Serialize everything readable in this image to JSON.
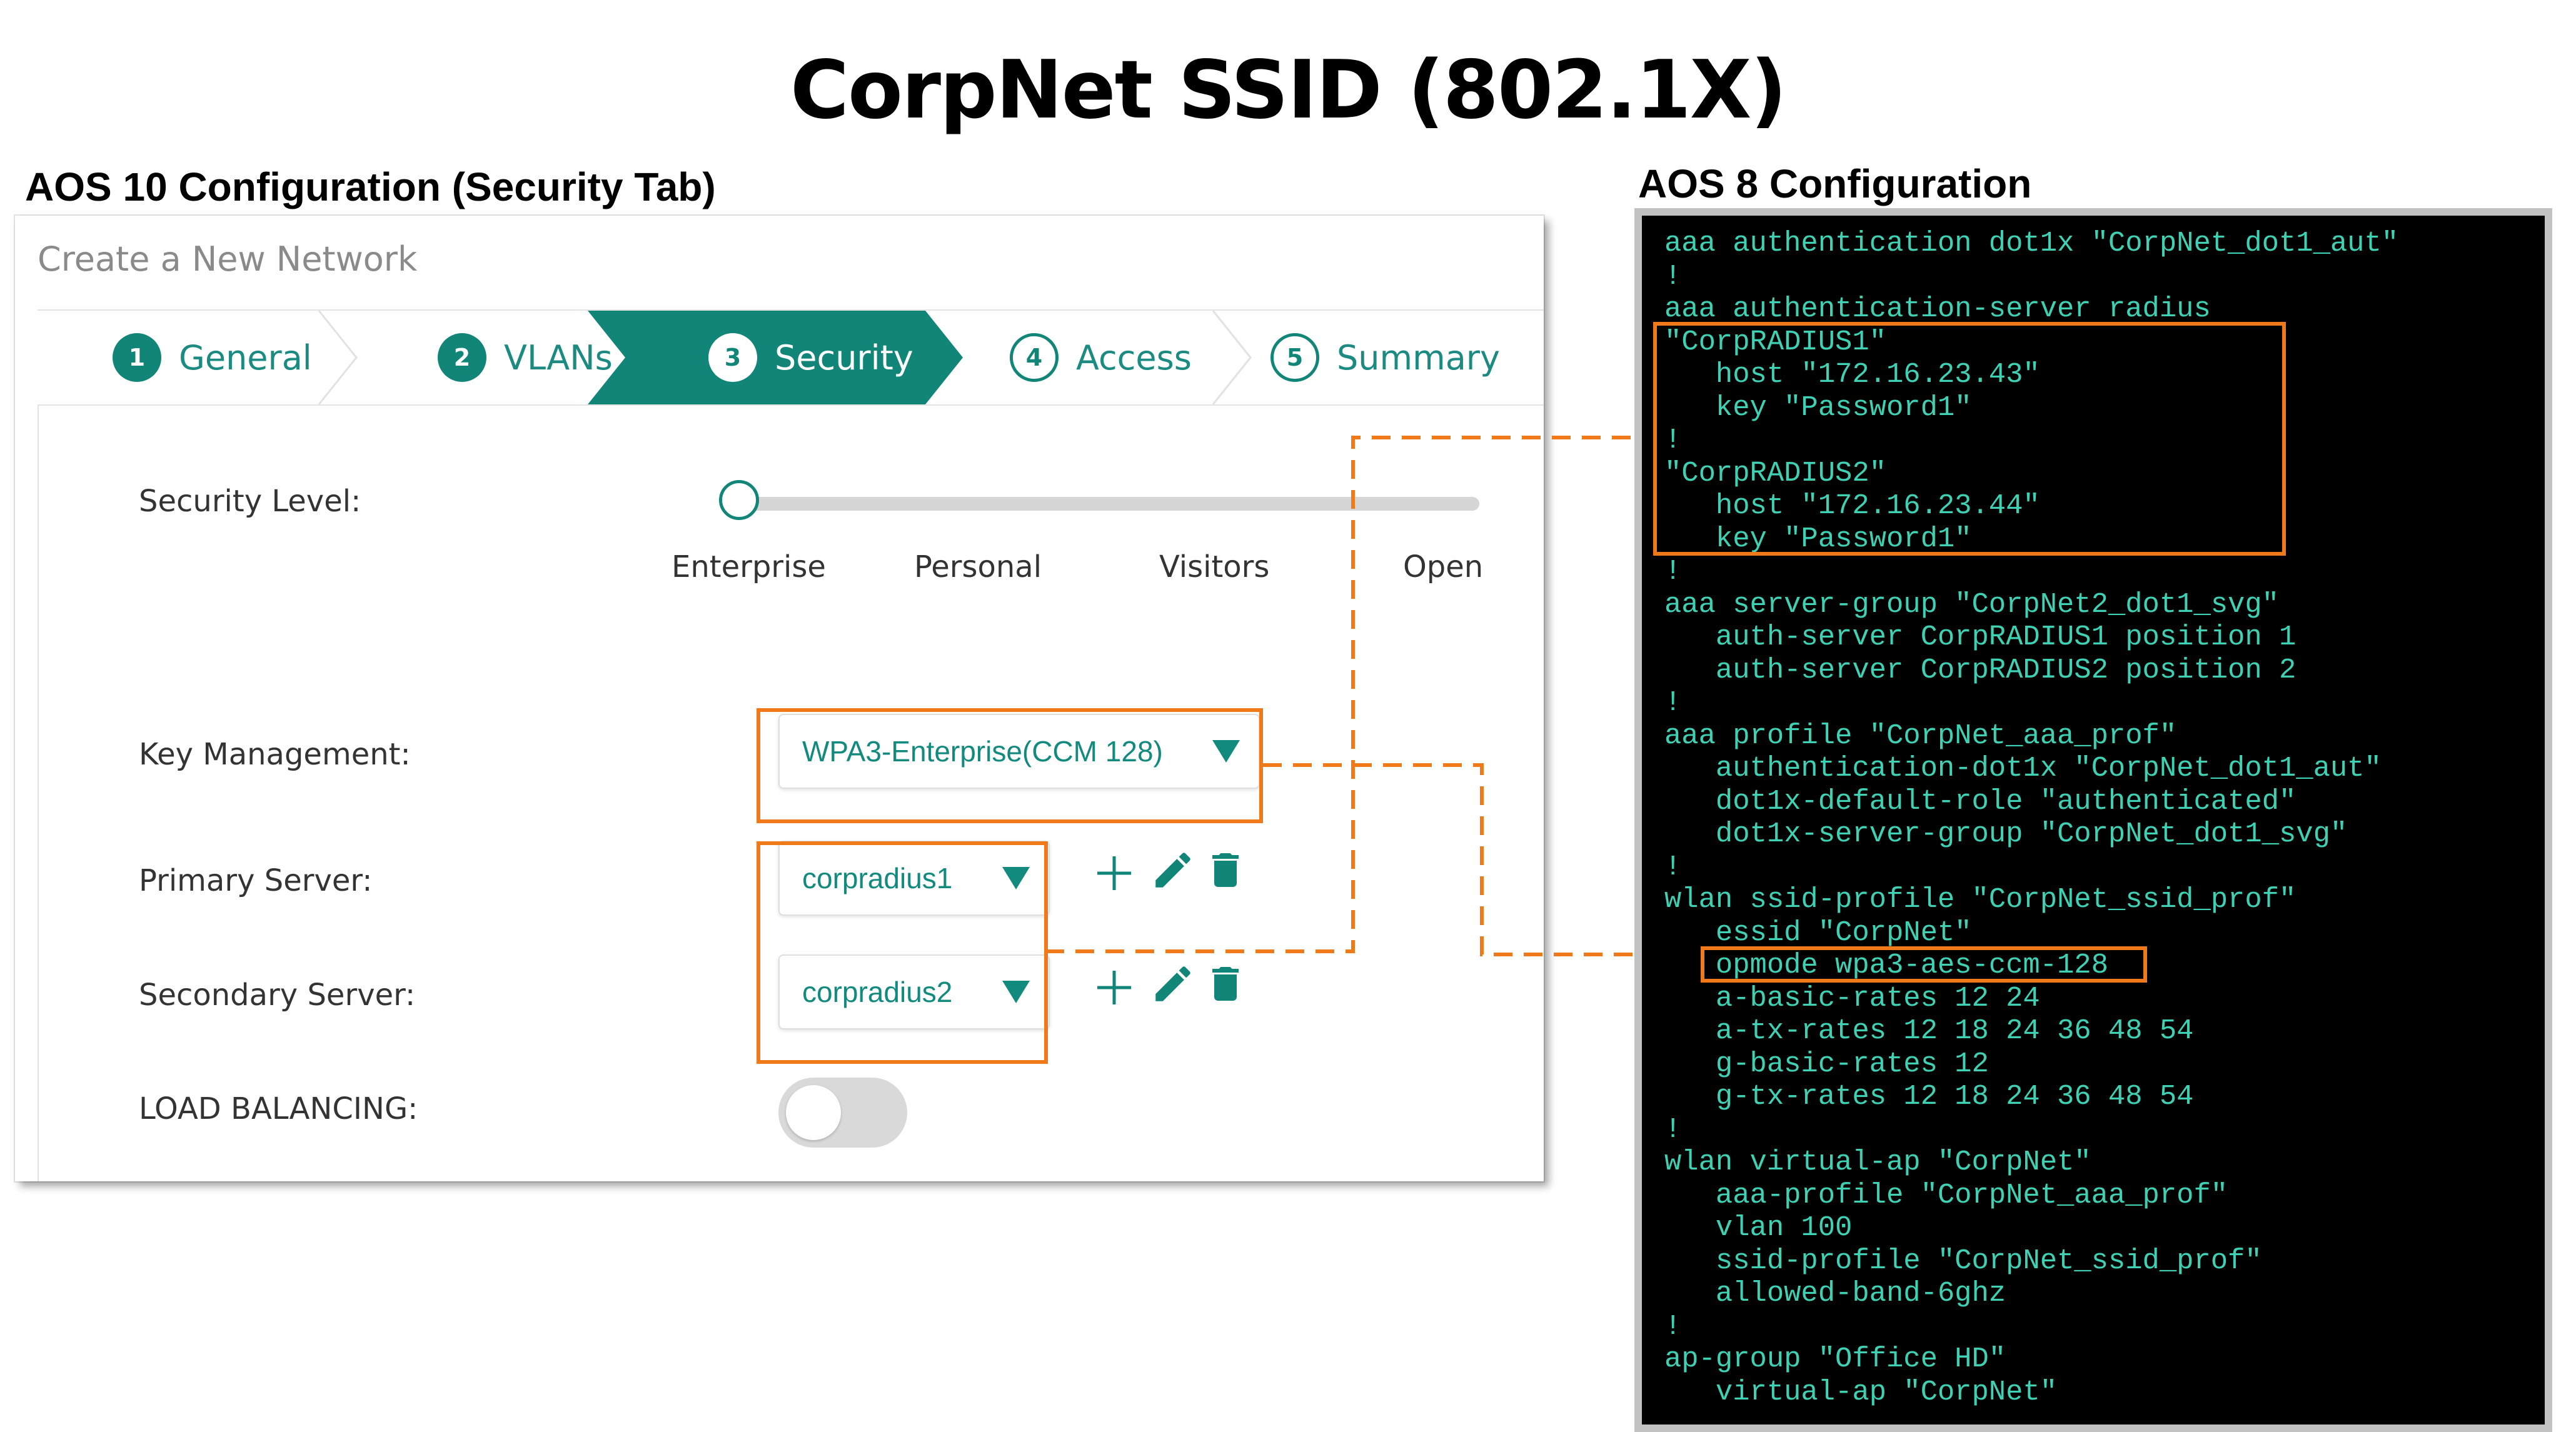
{
  "title": "CorpNet SSID (802.1X)",
  "left_section": {
    "title": "AOS 10 Configuration (Security Tab)",
    "panel": {
      "heading": "Create a New Network",
      "steps": [
        {
          "num": "1",
          "label": "General"
        },
        {
          "num": "2",
          "label": "VLANs"
        },
        {
          "num": "3",
          "label": "Security",
          "active": true
        },
        {
          "num": "4",
          "label": "Access"
        },
        {
          "num": "5",
          "label": "Summary"
        }
      ],
      "security_level": {
        "label": "Security Level:",
        "options": [
          "Enterprise",
          "Personal",
          "Visitors",
          "Open"
        ],
        "selected": "Enterprise"
      },
      "key_management": {
        "label": "Key Management:",
        "value": "WPA3-Enterprise(CCM 128)"
      },
      "primary_server": {
        "label": "Primary Server:",
        "value": "corpradius1"
      },
      "secondary_server": {
        "label": "Secondary Server:",
        "value": "corpradius2"
      },
      "load_balancing": {
        "label": "LOAD BALANCING:",
        "enabled": false
      }
    }
  },
  "right_section": {
    "title": "AOS 8 Configuration",
    "config_lines": [
      "aaa authentication dot1x \"CorpNet_dot1_aut\"",
      "!",
      "aaa authentication-server radius",
      "\"CorpRADIUS1\"",
      "   host \"172.16.23.43\"",
      "   key \"Password1\"",
      "!",
      "\"CorpRADIUS2\"",
      "   host \"172.16.23.44\"",
      "   key \"Password1\"",
      "!",
      "aaa server-group \"CorpNet2_dot1_svg\"",
      "   auth-server CorpRADIUS1 position 1",
      "   auth-server CorpRADIUS2 position 2",
      "!",
      "aaa profile \"CorpNet_aaa_prof\"",
      "   authentication-dot1x \"CorpNet_dot1_aut\"",
      "   dot1x-default-role \"authenticated\"",
      "   dot1x-server-group \"CorpNet_dot1_svg\"",
      "!",
      "wlan ssid-profile \"CorpNet_ssid_prof\"",
      "   essid \"CorpNet\"",
      "   opmode wpa3-aes-ccm-128",
      "   a-basic-rates 12 24",
      "   a-tx-rates 12 18 24 36 48 54",
      "   g-basic-rates 12",
      "   g-tx-rates 12 18 24 36 48 54",
      "!",
      "wlan virtual-ap \"CorpNet\"",
      "   aaa-profile \"CorpNet_aaa_prof\"",
      "   vlan 100",
      "   ssid-profile \"CorpNet_ssid_prof\"",
      "   allowed-band-6ghz",
      "!",
      "ap-group \"Office HD\"",
      "   virtual-ap \"CorpNet\""
    ]
  },
  "colors": {
    "accent": "#118578",
    "highlight": "#f07a1a",
    "terminal_text": "#3fd1b4",
    "terminal_bg": "#000000"
  },
  "icons": [
    "plus-icon",
    "pencil-icon",
    "trash-icon",
    "chevron-down-icon"
  ]
}
